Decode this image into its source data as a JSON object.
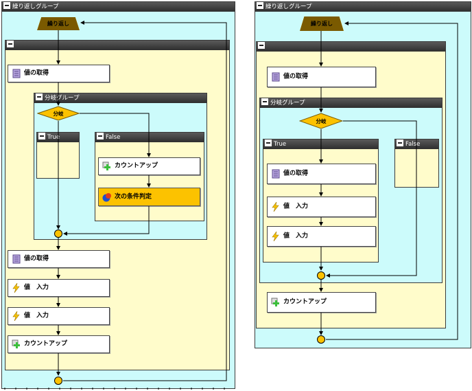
{
  "left": {
    "outer_title": "繰り返しグループ",
    "loop_label": "繰り返し",
    "inner_title": "",
    "get_value_1": "値の取得",
    "branch_group_title": "分岐グループ",
    "branch_label": "分岐",
    "true_title": "True",
    "false_title": "False",
    "countup_1": "カウントアップ",
    "next_condition": "次の条件判定",
    "get_value_2": "値の取得",
    "input_1": "値　入力",
    "input_2": "値　入力",
    "countup_2": "カウントアップ"
  },
  "right": {
    "outer_title": "繰り返しグループ",
    "loop_label": "繰り返し",
    "inner_title": "",
    "get_value_1": "値の取得",
    "branch_group_title": "分岐グループ",
    "branch_label": "分岐",
    "true_title": "True",
    "false_title": "False",
    "get_value_2": "値の取得",
    "input_1": "値　入力",
    "input_2": "値　入力",
    "countup": "カウントアップ"
  },
  "colors": {
    "loop_area": "#ccfbfb",
    "group_area": "#fffccb",
    "accent": "#fcc200",
    "header": "#2e2e2e"
  },
  "icons": [
    "document-icon",
    "lightning-icon",
    "plus-counter-icon",
    "condition-icon",
    "connector-circle-icon"
  ]
}
